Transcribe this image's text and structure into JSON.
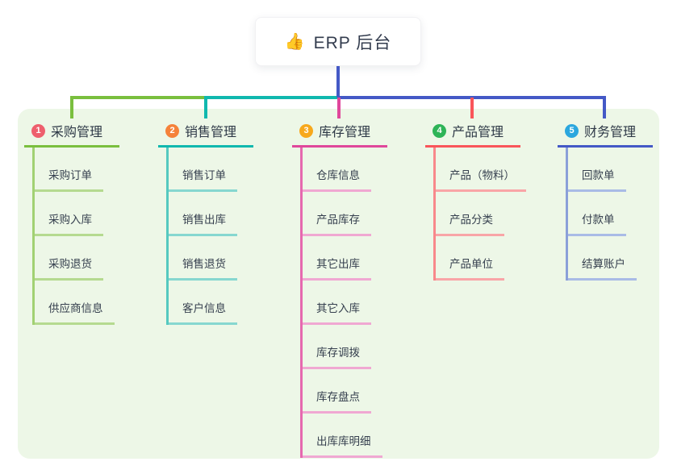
{
  "root": {
    "icon": "👍",
    "label": "ERP 后台"
  },
  "connector": {
    "root_drop_color": "#4459c6"
  },
  "branches": [
    {
      "badge": "1",
      "label": "采购管理",
      "badge_color": "#ee5f6d",
      "line_color": "#7abf3e",
      "trunk_color": "#a2d173",
      "child_line_color": "#b5da90",
      "children": [
        "采购订单",
        "采购入库",
        "采购退货",
        "供应商信息"
      ]
    },
    {
      "badge": "2",
      "label": "销售管理",
      "badge_color": "#f5823a",
      "line_color": "#10b8ae",
      "trunk_color": "#55c9c0",
      "child_line_color": "#86d7d0",
      "children": [
        "销售订单",
        "销售出库",
        "销售退货",
        "客户信息"
      ]
    },
    {
      "badge": "3",
      "label": "库存管理",
      "badge_color": "#f7a81c",
      "line_color": "#e0479b",
      "trunk_color": "#e669af",
      "child_line_color": "#f0a8d2",
      "children": [
        "仓库信息",
        "产品库存",
        "其它出库",
        "其它入库",
        "库存调拨",
        "库存盘点",
        "出库库明细"
      ]
    },
    {
      "badge": "4",
      "label": "产品管理",
      "badge_color": "#2eb457",
      "line_color": "#f9555a",
      "trunk_color": "#f8888b",
      "child_line_color": "#f9a5a7",
      "children": [
        "产品（物料）",
        "产品分类",
        "产品单位"
      ]
    },
    {
      "badge": "5",
      "label": "财务管理",
      "badge_color": "#2ba7de",
      "line_color": "#4459c6",
      "trunk_color": "#8ba0d9",
      "child_line_color": "#a9bbe6",
      "children": [
        "回款单",
        "付款单",
        "结算账户"
      ]
    }
  ]
}
